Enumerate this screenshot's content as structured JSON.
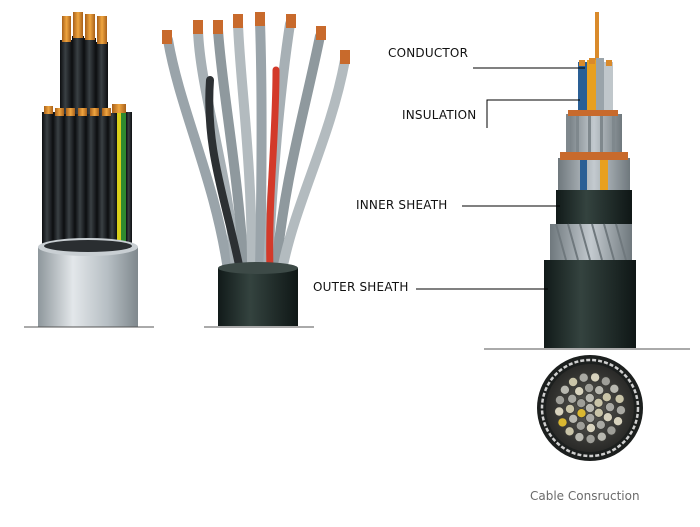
{
  "labels": {
    "conductor": "CONDUCTOR",
    "insulation": "INSULATION",
    "inner_sheath": "INNER SHEATH",
    "outer_sheath": "OUTER SHEATH"
  },
  "caption": "Cable Consruction",
  "colors": {
    "copper": "#d98a2b",
    "outer_sheath": "#1f2e2c",
    "inner_jacket": "#b9c1c6",
    "core_black": "#1a1d1f",
    "core_grey": "#9aa4aa",
    "earth_yellow": "#d9cf1a",
    "earth_green": "#2f8a2f"
  }
}
